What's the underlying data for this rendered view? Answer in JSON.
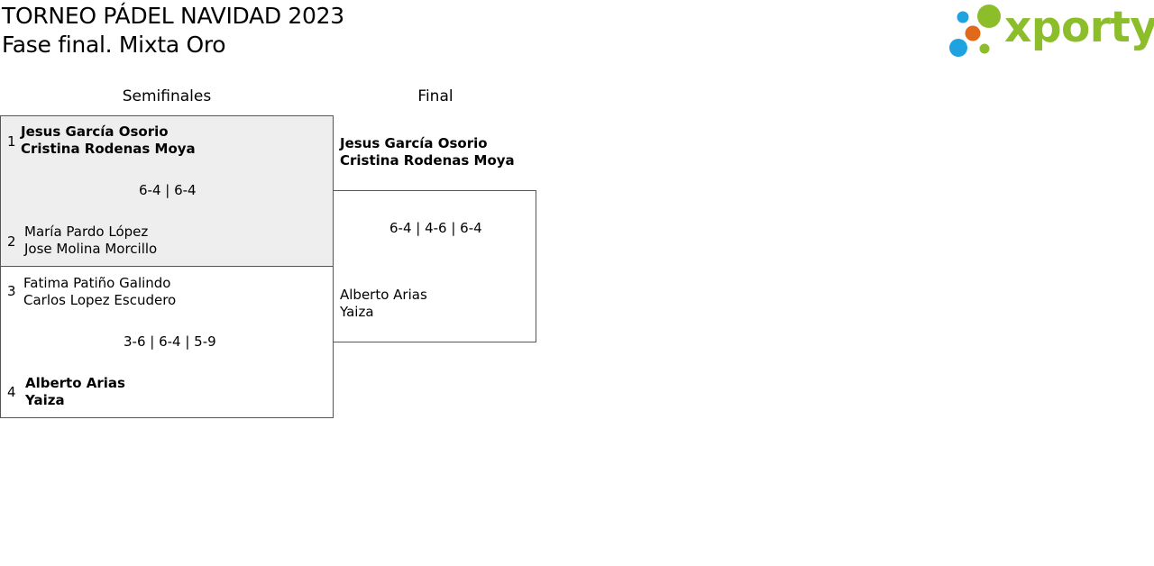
{
  "header": {
    "title_line1": "TORNEO PÁDEL NAVIDAD 2023",
    "title_line2": "Fase final. Mixta Oro"
  },
  "logo": {
    "text": "xporty",
    "colors": {
      "green": "#8cbd2a",
      "blue": "#1ea3e0",
      "orange": "#e06a1a"
    }
  },
  "rounds": {
    "semifinals_label": "Semifinales",
    "final_label": "Final"
  },
  "semifinals": [
    {
      "score": "6-4 | 6-4",
      "top": {
        "seed": "1",
        "player1": "Jesus García Osorio",
        "player2": "Cristina Rodenas Moya",
        "winner": true
      },
      "bottom": {
        "seed": "2",
        "player1": "María Pardo López",
        "player2": "Jose Molina Morcillo",
        "winner": false
      }
    },
    {
      "score": "3-6 | 6-4 | 5-9",
      "top": {
        "seed": "3",
        "player1": "Fatima Patiño Galindo",
        "player2": "Carlos Lopez Escudero",
        "winner": false
      },
      "bottom": {
        "seed": "4",
        "player1": "Alberto Arias",
        "player2": "Yaiza",
        "winner": true
      }
    }
  ],
  "final": {
    "score": "6-4 | 4-6 | 6-4",
    "top": {
      "player1": "Jesus García Osorio",
      "player2": "Cristina Rodenas Moya",
      "winner": true
    },
    "bottom": {
      "player1": "Alberto Arias",
      "player2": "Yaiza",
      "winner": false
    }
  }
}
